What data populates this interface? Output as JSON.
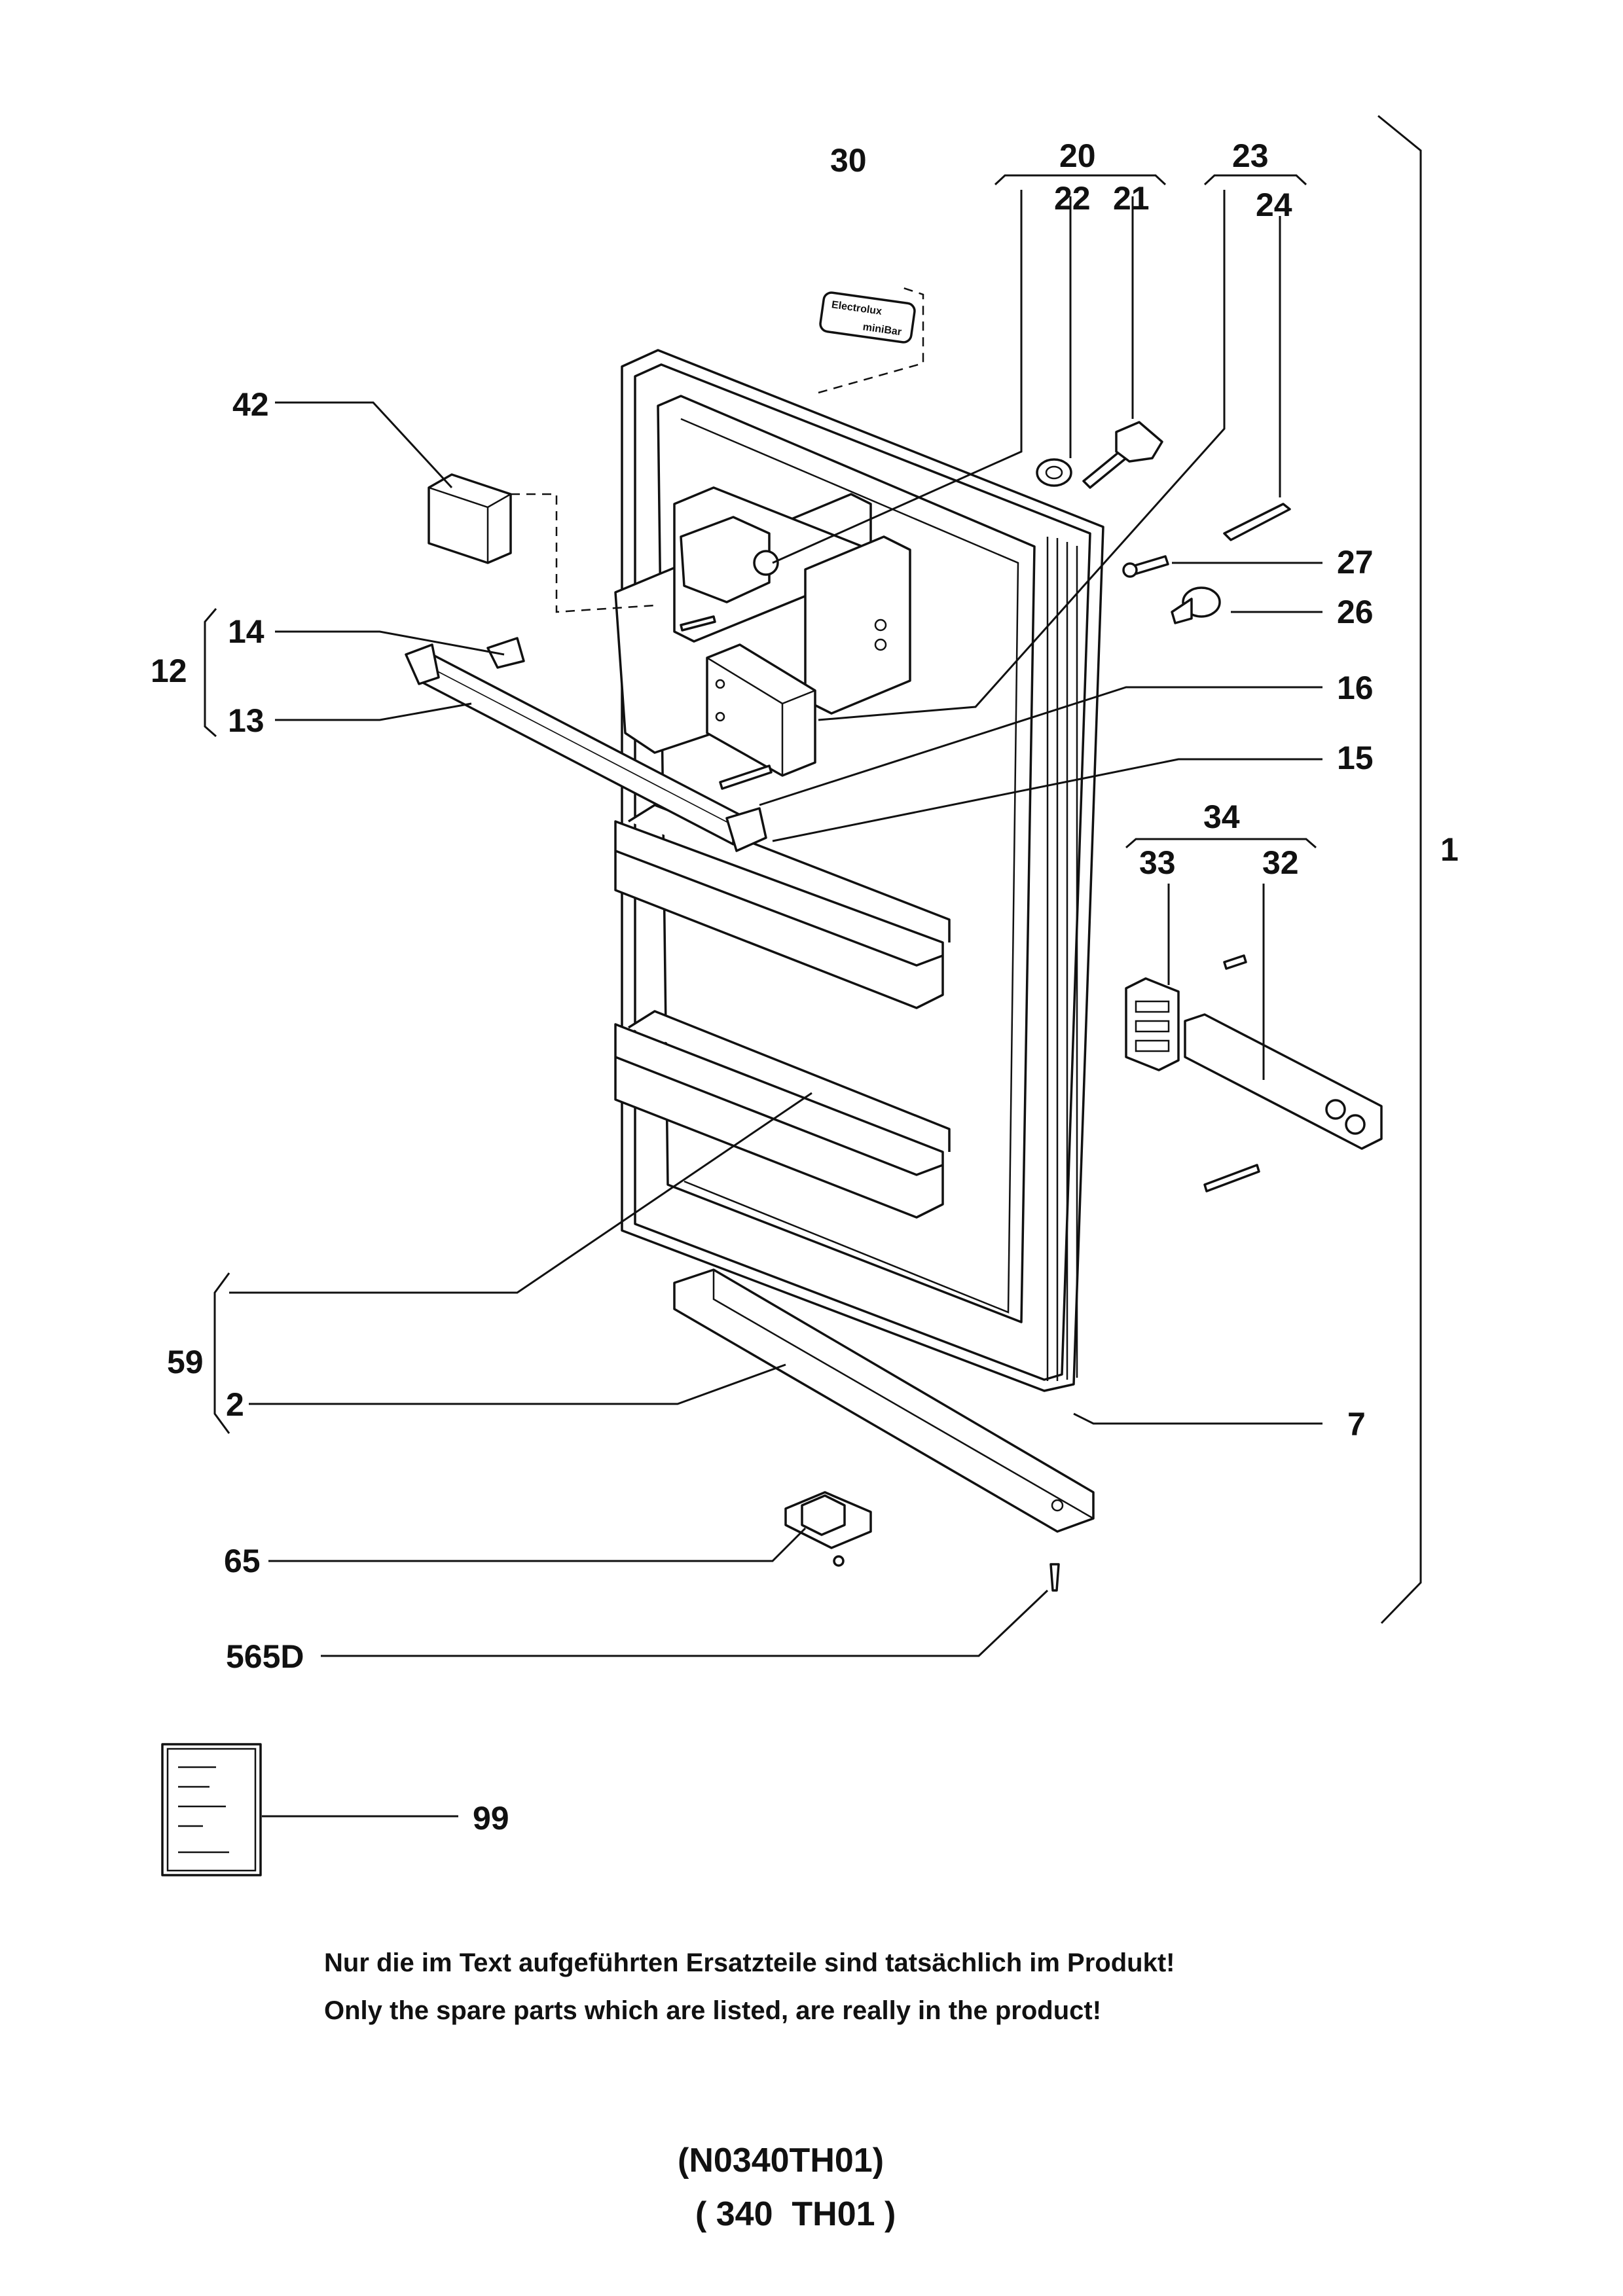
{
  "callouts": {
    "c1": "1",
    "c2": "2",
    "c7": "7",
    "c12": "12",
    "c13": "13",
    "c14": "14",
    "c15": "15",
    "c16": "16",
    "c20": "20",
    "c21": "21",
    "c22": "22",
    "c23": "23",
    "c24": "24",
    "c26": "26",
    "c27": "27",
    "c30": "30",
    "c32": "32",
    "c33": "33",
    "c34": "34",
    "c42": "42",
    "c59": "59",
    "c65": "65",
    "c99": "99",
    "c565d": "565D"
  },
  "badge": {
    "line1": "Electrolux",
    "line2": "miniBar"
  },
  "notes": {
    "german": "Nur die im Text aufgeführten Ersatzteile sind tatsächlich im Produkt!",
    "english": "Only the spare parts which are listed, are really in the product!"
  },
  "model": {
    "code": "(N0340TH01)",
    "short": "( 340  TH01 )"
  }
}
